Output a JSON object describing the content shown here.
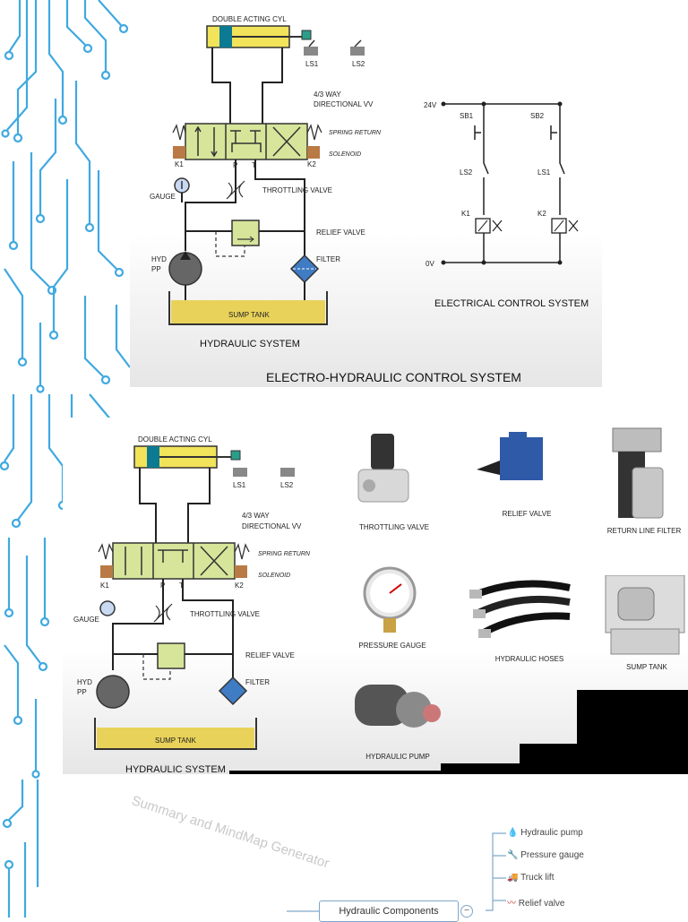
{
  "slide1": {
    "title": "ELECTRO-HYDRAULIC CONTROL SYSTEM",
    "hydraulic_caption": "HYDRAULIC SYSTEM",
    "electrical_caption": "ELECTRICAL CONTROL SYSTEM",
    "labels": {
      "cylinder": "DOUBLE ACTING CYL",
      "ls1": "LS1",
      "ls2": "LS2",
      "valve_l1": "4/3 WAY",
      "valve_l2": "DIRECTIONAL VV",
      "spring_return": "SPRING RETURN",
      "solenoid": "SOLENOID",
      "k1": "K1",
      "k2": "K2",
      "p": "P",
      "t": "T",
      "gauge": "GAUGE",
      "throttling_valve": "THROTTLING VALVE",
      "relief_valve": "RELIEF VALVE",
      "hyd": "HYD",
      "pp": "PP",
      "filter": "FILTER",
      "sump_tank": "SUMP TANK"
    },
    "electrical": {
      "v24": "24V",
      "v0": "0V",
      "sb1": "SB1",
      "sb2": "SB2",
      "ls2": "LS2",
      "ls1": "LS1",
      "k1": "K1",
      "k2": "K2"
    }
  },
  "slide2": {
    "hydraulic_caption": "HYDRAULIC SYSTEM",
    "components": [
      {
        "name": "THROTTLING VALVE",
        "icon": "throttling-valve-photo"
      },
      {
        "name": "RELIEF VALVE",
        "icon": "relief-valve-photo"
      },
      {
        "name": "RETURN LINE FILTER",
        "icon": "return-line-filter-photo"
      },
      {
        "name": "PRESSURE GAUGE",
        "icon": "pressure-gauge-photo"
      },
      {
        "name": "HYDRAULIC HOSES",
        "icon": "hydraulic-hoses-photo"
      },
      {
        "name": "SUMP TANK",
        "icon": "sump-tank-photo"
      },
      {
        "name": "HYDRAULIC PUMP",
        "icon": "hydraulic-pump-photo"
      }
    ]
  },
  "slide3": {
    "watermark": "Summary and MindMap Generator",
    "root": "Hydraulic Components",
    "nodes": [
      {
        "label": "Hydraulic pump",
        "icon": "water-drops-icon"
      },
      {
        "label": "Pressure gauge",
        "icon": "wrench-icon"
      },
      {
        "label": "Truck lift",
        "icon": "truck-icon"
      },
      {
        "label": "Relief valve",
        "icon": "wave-icon"
      }
    ]
  },
  "colors": {
    "circuit_blue": "#3fa9e0",
    "valve_green": "#d6e59a",
    "cylinder_yellow": "#f1e35a",
    "sump_yellow": "#e9d25a",
    "solenoid_brown": "#b97a45",
    "filter_blue": "#3f7cc4"
  }
}
